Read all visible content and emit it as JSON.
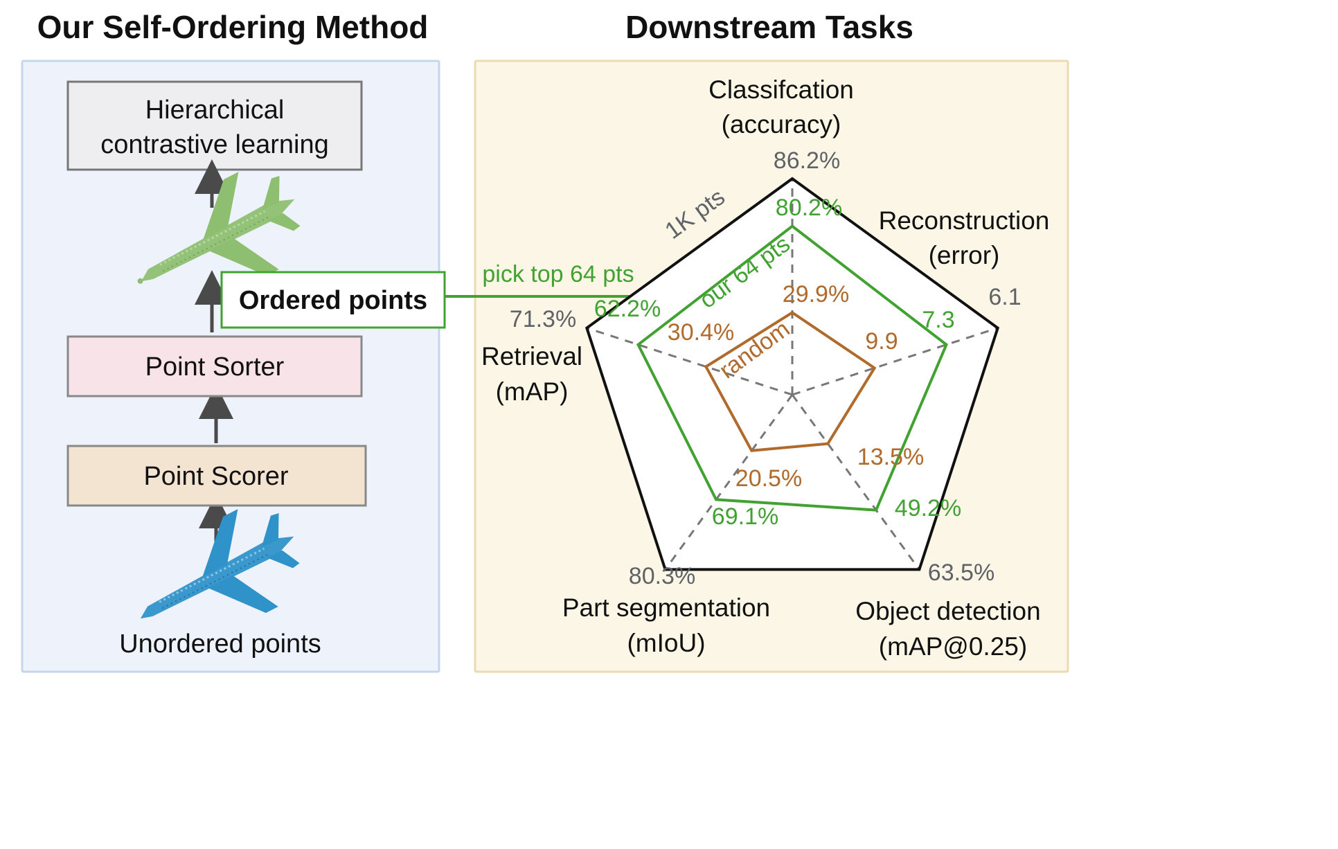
{
  "left_panel": {
    "title": "Our Self-Ordering Method",
    "hierarchical_box": {
      "line1": "Hierarchical",
      "line2": "contrastive learning"
    },
    "ordered_points_label": "Ordered points",
    "point_sorter_label": "Point Sorter",
    "point_scorer_label": "Point Scorer",
    "unordered_points_label": "Unordered points",
    "ordered_cloud_color": "#8ebf71",
    "unordered_cloud_color": "#2f92c9",
    "box_colors": {
      "hierarchical": "#eeeef0",
      "sorter": "#f7e3e8",
      "scorer": "#f3e4d2",
      "panel_background": "#eef3fb",
      "panel_border": "#c7d5ea"
    }
  },
  "arrow_label": "pick top 64 pts",
  "right_panel": {
    "title": "Downstream Tasks",
    "panel_background": "#fcf6e6",
    "panel_border": "#eadcae"
  },
  "chart_data": {
    "type": "radar",
    "axes": [
      {
        "name": "Classifcation",
        "metric": "(accuracy)",
        "ref_value_label": "86.2%"
      },
      {
        "name": "Reconstruction",
        "metric": "(error)",
        "ref_value_label": "6.1"
      },
      {
        "name": "Object detection",
        "metric": "(mAP@0.25)",
        "ref_value_label": "63.5%"
      },
      {
        "name": "Part segmentation",
        "metric": "(mIoU)",
        "ref_value_label": "80.3%"
      },
      {
        "name": "Retrieval",
        "metric": "(mAP)",
        "ref_value_label": "71.3%"
      }
    ],
    "series": [
      {
        "name": "1K pts",
        "color": "#111111",
        "values": [
          86.2,
          6.1,
          63.5,
          80.3,
          71.3
        ],
        "value_labels": [
          "86.2%",
          "6.1",
          "63.5%",
          "80.3%",
          "71.3%"
        ],
        "relative_levels": [
          1.0,
          1.0,
          1.0,
          1.0,
          1.0
        ]
      },
      {
        "name": "our 64 pts",
        "color": "#41a232",
        "values": [
          80.2,
          7.3,
          49.2,
          69.1,
          62.2
        ],
        "value_labels": [
          "80.2%",
          "7.3",
          "49.2%",
          "69.1%",
          "62.2%"
        ],
        "relative_levels": [
          0.78,
          0.75,
          0.66,
          0.6,
          0.75
        ]
      },
      {
        "name": "random",
        "color": "#b06a2c",
        "values": [
          29.9,
          9.9,
          13.5,
          20.5,
          30.4
        ],
        "value_labels": [
          "29.9%",
          "9.9",
          "13.5%",
          "20.5%",
          "30.4%"
        ],
        "relative_levels": [
          0.38,
          0.4,
          0.28,
          0.32,
          0.42
        ]
      }
    ],
    "grid": "dashed spokes"
  }
}
